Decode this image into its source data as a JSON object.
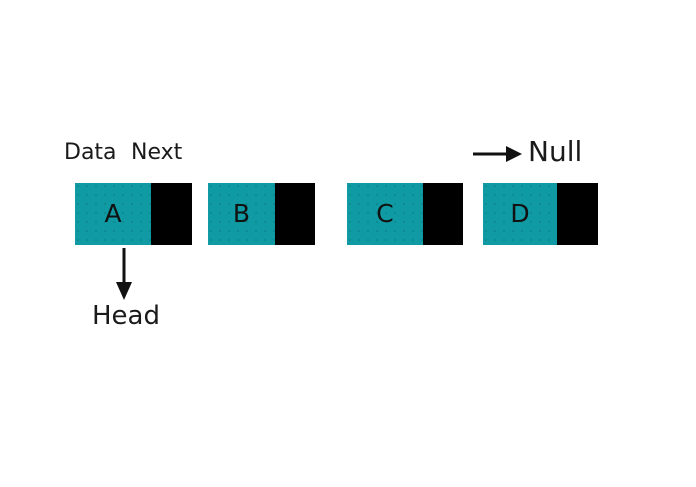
{
  "diagram": {
    "title": "singly-linked-list",
    "background_color": "#ffffff",
    "node_data_color": "#109aa3",
    "node_next_color": "#000000",
    "text_color": "#1a1a1a"
  },
  "field_labels": {
    "data": "Data",
    "next": "Next"
  },
  "nodes": [
    {
      "id": "a",
      "value": "A"
    },
    {
      "id": "b",
      "value": "B"
    },
    {
      "id": "c",
      "value": "C"
    },
    {
      "id": "d",
      "value": "D"
    }
  ],
  "annotations": {
    "head": "Head",
    "null": "Null"
  },
  "icons": {
    "head_arrow": "arrow-down-icon",
    "null_arrow": "arrow-right-icon"
  }
}
